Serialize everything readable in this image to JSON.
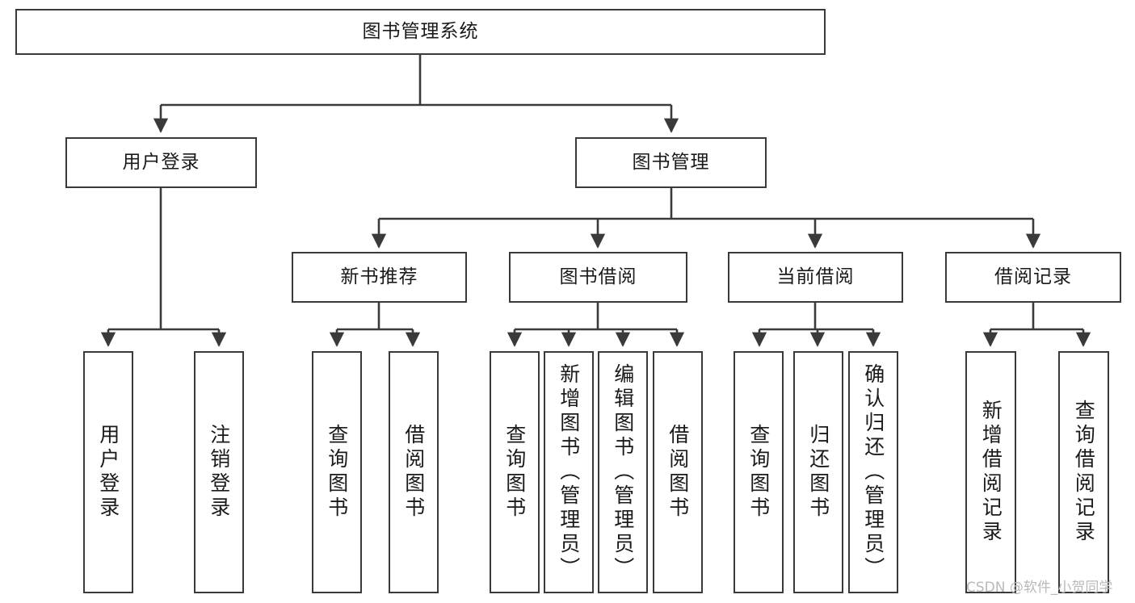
{
  "diagram": {
    "type": "tree-hierarchy",
    "title": "图书管理系统",
    "orientation": "top-down",
    "stroke_color": "#3a3a3a",
    "background_color": "#ffffff",
    "text_color": "#1a1a1a",
    "watermark": "CSDN @软件_小贺同学",
    "root": {
      "id": "root",
      "label": "图书管理系统"
    },
    "level1": [
      {
        "id": "user-login",
        "label": "用户登录"
      },
      {
        "id": "book-manage",
        "label": "图书管理"
      }
    ],
    "level2": [
      {
        "id": "new-book-recommend",
        "label": "新书推荐",
        "parent": "book-manage"
      },
      {
        "id": "book-borrow",
        "label": "图书借阅",
        "parent": "book-manage"
      },
      {
        "id": "current-borrow",
        "label": "当前借阅",
        "parent": "book-manage"
      },
      {
        "id": "borrow-record",
        "label": "借阅记录",
        "parent": "book-manage"
      }
    ],
    "leaves": {
      "user-login": [
        {
          "id": "leaf-user-login",
          "label": "用户登录"
        },
        {
          "id": "leaf-logout",
          "label": "注销登录"
        }
      ],
      "new-book-recommend": [
        {
          "id": "leaf-query-book-1",
          "label": "查询图书"
        },
        {
          "id": "leaf-borrow-book-1",
          "label": "借阅图书"
        }
      ],
      "book-borrow": [
        {
          "id": "leaf-query-book-2",
          "label": "查询图书"
        },
        {
          "id": "leaf-add-book",
          "label": "新增图书（管理员）"
        },
        {
          "id": "leaf-edit-book",
          "label": "编辑图书（管理员）"
        },
        {
          "id": "leaf-borrow-book-2",
          "label": "借阅图书"
        }
      ],
      "current-borrow": [
        {
          "id": "leaf-query-book-3",
          "label": "查询图书"
        },
        {
          "id": "leaf-return-book",
          "label": "归还图书"
        },
        {
          "id": "leaf-confirm-return",
          "label": "确认归还（管理员）"
        }
      ],
      "borrow-record": [
        {
          "id": "leaf-add-record",
          "label": "新增借阅记录"
        },
        {
          "id": "leaf-query-record",
          "label": "查询借阅记录"
        }
      ]
    }
  }
}
